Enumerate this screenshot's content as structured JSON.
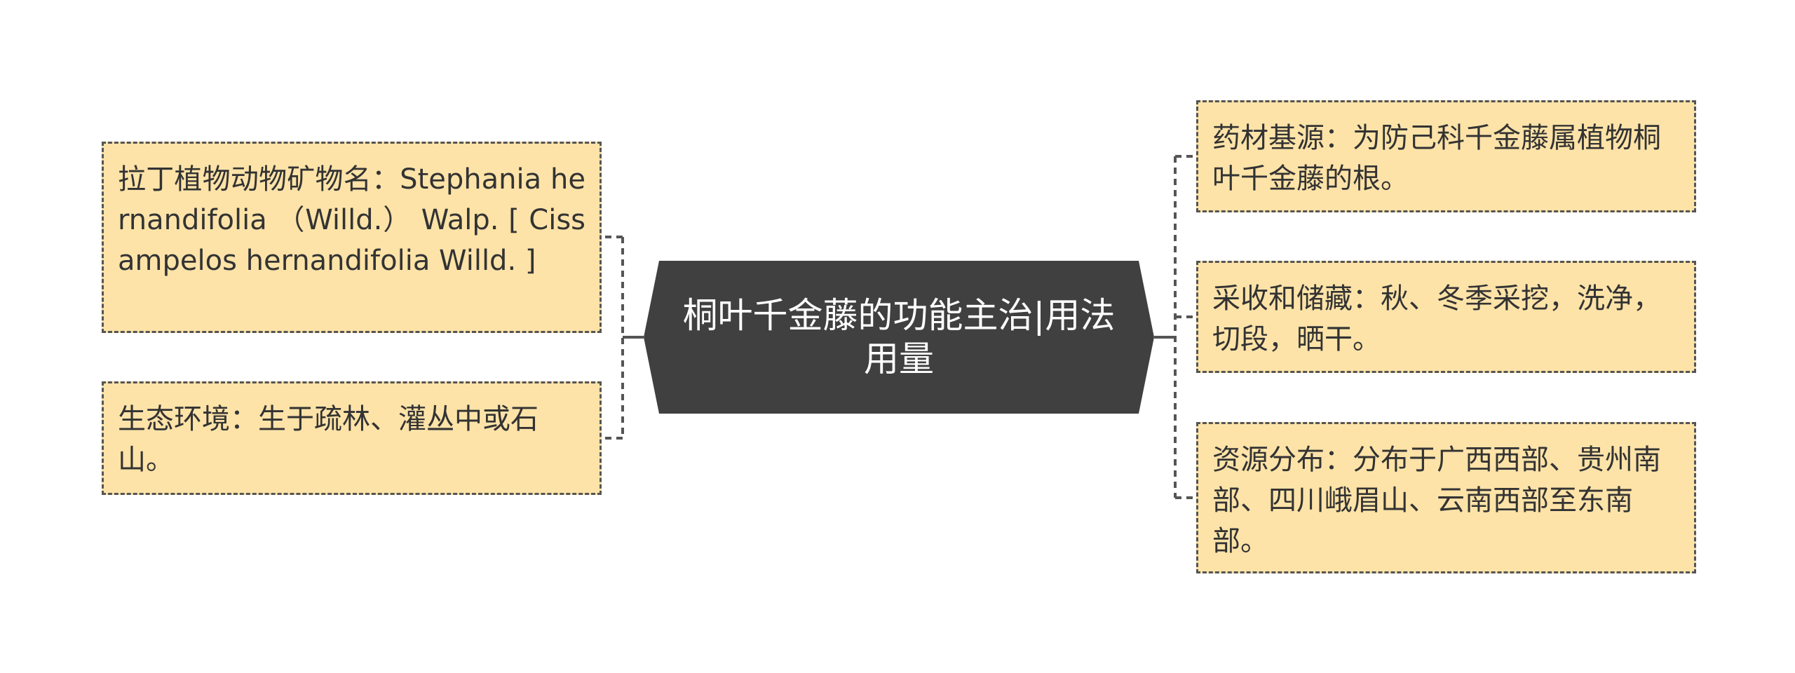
{
  "center": {
    "title": "桐叶千金藤的功能主治|用法用量"
  },
  "left_nodes": [
    {
      "text": "拉丁植物动物矿物名：Stephania hernandifolia （Willd.） Walp. [ Cissampelos hernandifolia Willd. ]"
    },
    {
      "text": "生态环境：生于疏林、灌丛中或石山。"
    }
  ],
  "right_nodes": [
    {
      "text": "药材基源：为防己科千金藤属植物桐叶千金藤的根。"
    },
    {
      "text": "采收和储藏：秋、冬季采挖，洗净，切段，晒干。"
    },
    {
      "text": "资源分布：分布于广西西部、贵州南部、四川峨眉山、云南西部至东南部。"
    }
  ],
  "colors": {
    "node_fill": "#fde3a8",
    "center_fill": "#404040",
    "line": "#555555"
  }
}
